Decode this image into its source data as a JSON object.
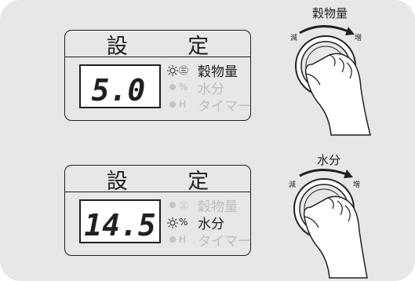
{
  "top_panel": {
    "title": "設 定",
    "display_value": "5.0",
    "rows": [
      {
        "symbol": "☼",
        "unit": "㊂",
        "label": "穀物量",
        "active": true
      },
      {
        "symbol": "●",
        "unit": "%",
        "label": "水分",
        "active": false
      },
      {
        "symbol": "●",
        "unit": "H",
        "label": "タイマー",
        "active": false
      }
    ]
  },
  "bottom_panel": {
    "title": "設 定",
    "display_value": "14.5",
    "rows": [
      {
        "symbol": "●",
        "unit": "㊂",
        "label": "穀物量",
        "active": false
      },
      {
        "symbol": "☼",
        "unit": "%",
        "label": "水分",
        "active": true
      },
      {
        "symbol": "●",
        "unit": "H",
        "label": "タイマー",
        "active": false
      }
    ]
  },
  "top_dial": {
    "label": "穀物量",
    "decrease": "減",
    "increase": "増"
  },
  "bottom_dial": {
    "label": "水分",
    "decrease": "減",
    "increase": "増"
  },
  "colors": {
    "background": "#e6e7e8",
    "ink": "#231f20",
    "inactive": "#bdbebf",
    "display": "#ffffff"
  },
  "icons": [
    "sun-indicator-icon",
    "dot-indicator-icon",
    "hand-turning-dial-icon",
    "rotation-arrow-icon"
  ]
}
